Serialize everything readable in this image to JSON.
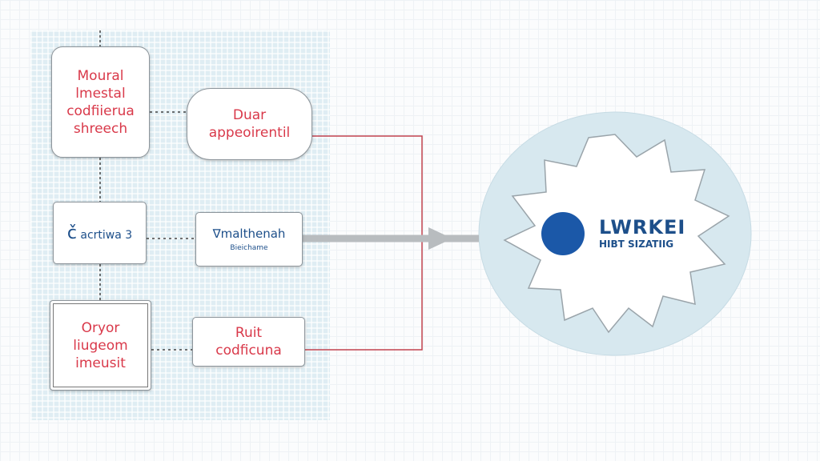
{
  "nodes": {
    "box1": {
      "lines": [
        "Moural",
        "lmestal",
        "codfiierua",
        "shreech"
      ]
    },
    "box2": {
      "lines": [
        "Duar",
        "appeoirentil"
      ]
    },
    "box3": {
      "label": "acrtiwa 3"
    },
    "box4": {
      "title": "malthenah",
      "subtitle": "Bieichame"
    },
    "box5": {
      "lines": [
        "Oryor",
        "liugeom",
        "imeusit"
      ]
    },
    "box6": {
      "lines": [
        "Ruit",
        "codficuna"
      ]
    }
  },
  "target": {
    "brand": "LWRKEI",
    "tagline": "HIBT SIZATIIG"
  },
  "colors": {
    "red": "#d9394a",
    "blue": "#1d4f8a",
    "logo": "#1b58a8"
  }
}
